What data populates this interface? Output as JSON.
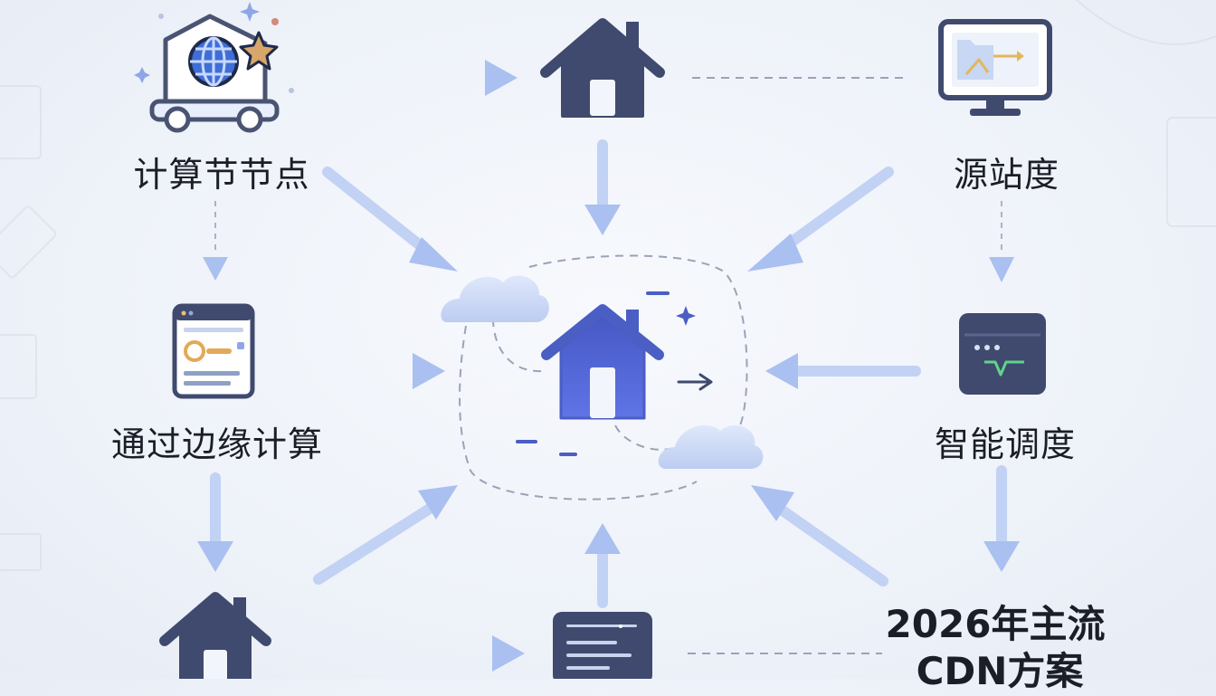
{
  "labels": {
    "compute_node": "计算节节点",
    "origin_site": "源站度",
    "edge_computing": "通过边缘计算",
    "smart_scheduling": "智能调度",
    "title_line1": "2026年主流",
    "title_line2": "CDN方案"
  },
  "icons": {
    "top_left": "server-cart-globe-icon",
    "top_center": "house-icon",
    "top_right": "monitor-icon",
    "mid_left": "browser-window-icon",
    "center": "house-icon",
    "mid_right": "storage-box-icon",
    "bottom_left": "house-icon",
    "bottom_center": "terminal-icon",
    "cloud_left": "cloud-icon",
    "cloud_right": "cloud-icon"
  },
  "colors": {
    "house": "#3f4a6e",
    "center_house_top": "#4a61c8",
    "center_house_bottom": "#5a6ee0",
    "arrow": "#a9c0f0",
    "dashed": "#8f98ad",
    "cloud": "#c9d6f3",
    "text": "#1b1e26"
  }
}
